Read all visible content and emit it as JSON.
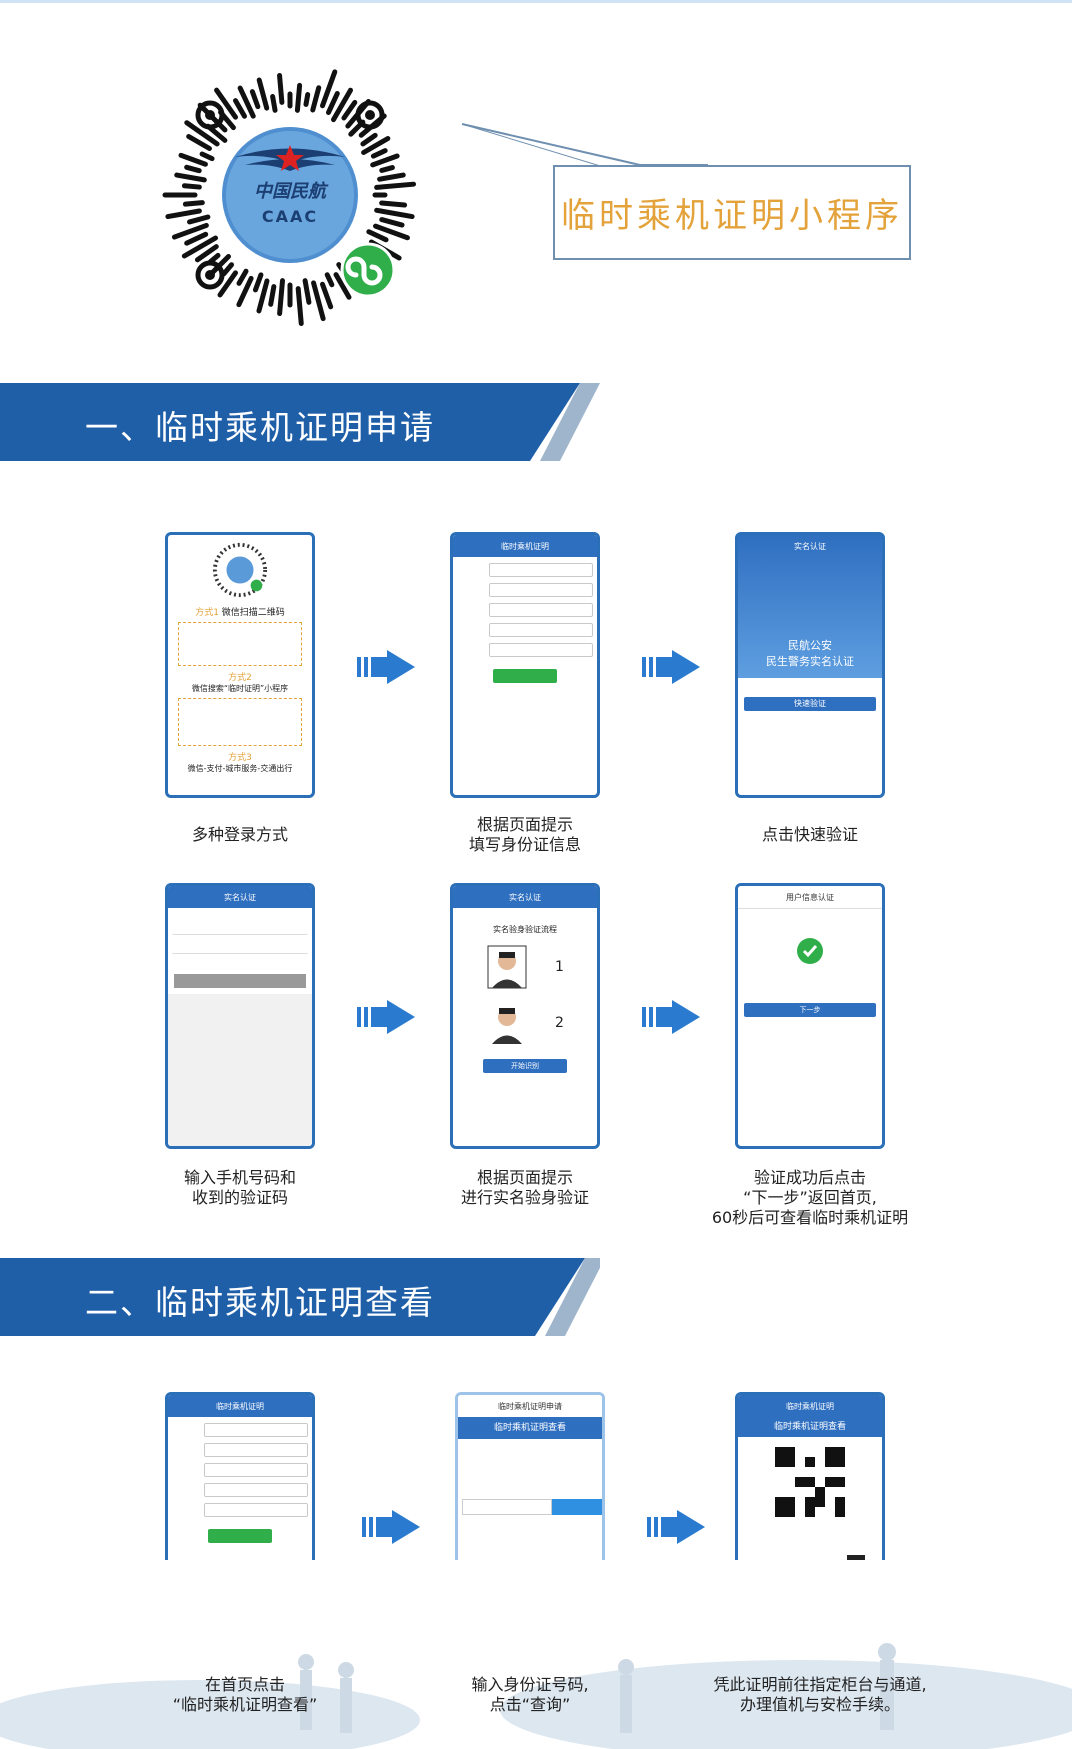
{
  "header": {
    "qr_logo_text_cn": "中国民航",
    "qr_logo_text_en": "CAAC",
    "mini_program_title": "临时乘机证明小程序"
  },
  "sections": [
    {
      "title": "一、临时乘机证明申请",
      "steps": [
        {
          "caption": "多种登录方式",
          "screen": {
            "method1": "方式1",
            "method1_text": "微信扫描二维码",
            "method2": "方式2",
            "method2_text": "微信搜索“临时证明”小程序",
            "method3": "方式3",
            "method3_text": "微信-支付-城市服务-交通出行"
          }
        },
        {
          "caption_line1": "根据页面提示",
          "caption_line2": "填写身份证信息",
          "screen": {
            "title": "临时乘机证明"
          }
        },
        {
          "caption": "点击快速验证",
          "screen": {
            "title": "实名认证",
            "line1": "民航公安",
            "line2": "民生警务实名认证",
            "button": "快速验证"
          }
        },
        {
          "caption_line1": "输入手机号码和",
          "caption_line2": "收到的验证码",
          "screen": {
            "title": "实名认证"
          }
        },
        {
          "caption_line1": "根据页面提示",
          "caption_line2": "进行实名验身验证",
          "screen": {
            "title": "实名认证",
            "subtitle": "实名验身验证流程",
            "step1": "1",
            "step2": "2",
            "button": "开始识别"
          }
        },
        {
          "caption_line1": "验证成功后点击",
          "caption_line2": "“下一步”返回首页,",
          "caption_line3": "60秒后可查看临时乘机证明",
          "screen": {
            "title": "用户信息认证",
            "button": "下一步"
          }
        }
      ]
    },
    {
      "title": "二、临时乘机证明查看",
      "steps": [
        {
          "caption_line1": "在首页点击",
          "caption_line2": "“临时乘机证明查看”",
          "screen": {
            "title": "临时乘机证明"
          }
        },
        {
          "caption_line1": "输入身份证号码,",
          "caption_line2": "点击“查询”",
          "screen": {
            "title": "临时乘机证明申请",
            "header": "临时乘机证明查看"
          }
        },
        {
          "caption_line1": "凭此证明前往指定柜台与通道,",
          "caption_line2": "办理值机与安检手续。",
          "screen": {
            "title": "临时乘机证明",
            "header": "临时乘机证明查看"
          }
        }
      ]
    }
  ],
  "colors": {
    "banner_blue": "#1f5fa8",
    "accent_orange": "#e3a23a",
    "phone_border": "#2a6fb8",
    "arrow_blue": "#2a7bd0",
    "wechat_green": "#2fae4a"
  }
}
